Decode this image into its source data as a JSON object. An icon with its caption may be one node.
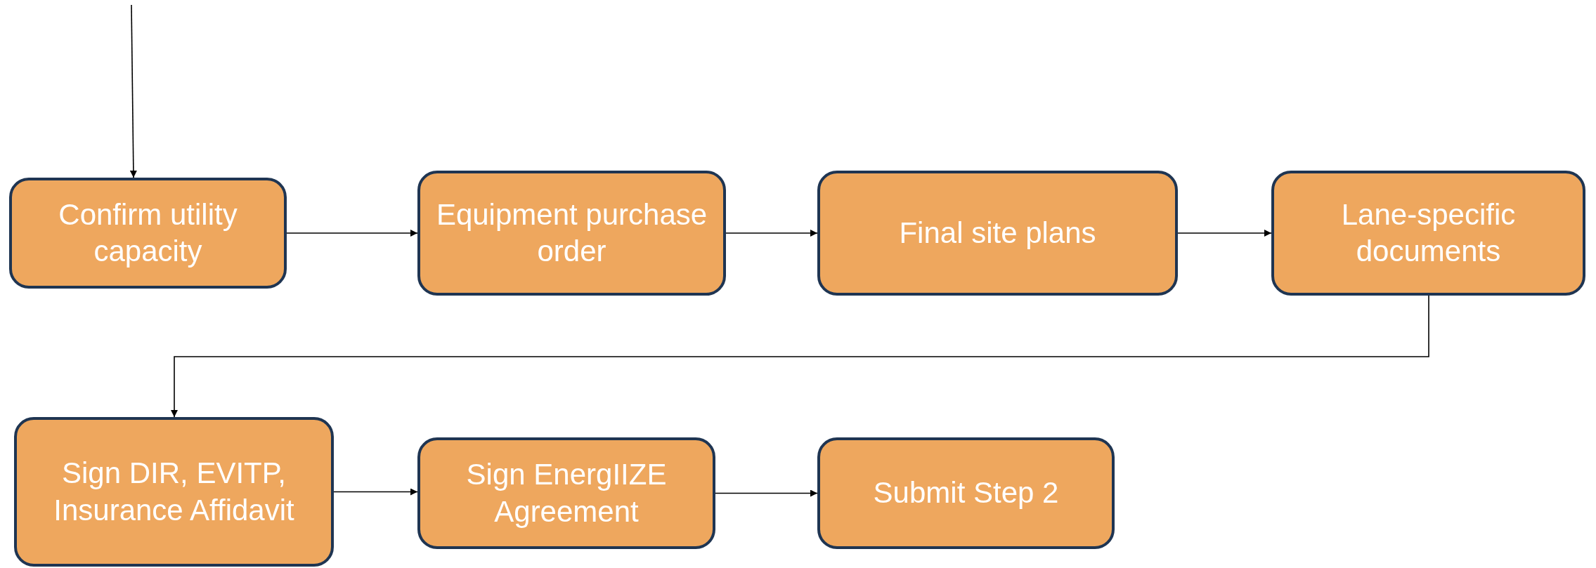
{
  "diagram": {
    "nodes": [
      {
        "text": [
          "Confirm utility capacity"
        ]
      },
      {
        "text": [
          "Equipment purchase order"
        ]
      },
      {
        "text": [
          "Final site plans"
        ]
      },
      {
        "text": [
          "Lane-specific documents"
        ]
      },
      {
        "text": [
          "Sign DIR, EVITP, Insurance Affidavit"
        ]
      },
      {
        "text": [
          "Sign EnergIIZE Agreement"
        ]
      },
      {
        "text": [
          "Submit Step 2"
        ]
      }
    ],
    "edges": [
      {
        "from": null,
        "to": 0,
        "arrow": "to"
      },
      {
        "from": 0,
        "to": 1,
        "arrow": "to"
      },
      {
        "from": 1,
        "to": 2,
        "arrow": "to"
      },
      {
        "from": 2,
        "to": 3,
        "arrow": "to"
      },
      {
        "from": 3,
        "to": 4,
        "arrow": "to"
      },
      {
        "from": 4,
        "to": 5,
        "arrow": "to"
      },
      {
        "from": 5,
        "to": 6,
        "arrow": "to"
      }
    ]
  }
}
